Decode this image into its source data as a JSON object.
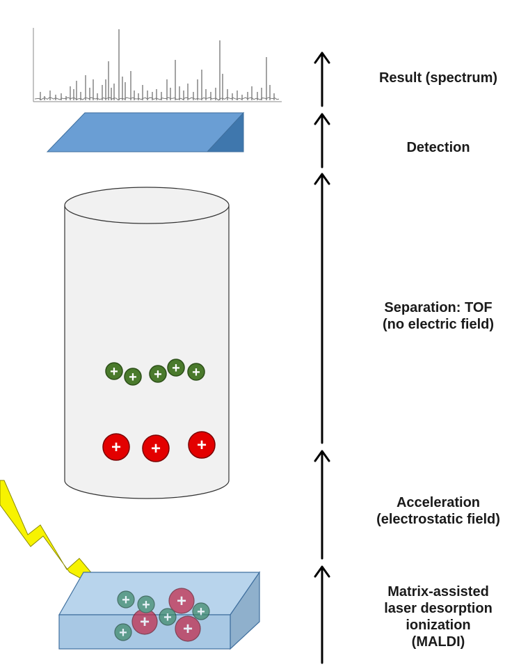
{
  "stages": {
    "spectrum": {
      "label": "Result (spectrum)"
    },
    "detection": {
      "label": "Detection"
    },
    "separation": {
      "line1": "Separation: TOF",
      "line2": "(no electric field)"
    },
    "acceleration": {
      "line1": "Acceleration",
      "line2": "(electrostatic field)"
    },
    "maldi": {
      "line1": "Matrix-assisted",
      "line2": "laser desorption",
      "line3": "ionization",
      "line4": "(MALDI)"
    }
  },
  "ion_symbol": "+",
  "colors": {
    "detector_top": "#6a9ed4",
    "detector_side": "#3f77ad",
    "tube_fill": "#f1f1f1",
    "heavy_ion": "#e30000",
    "light_ion": "#4a7a2c",
    "laser": "#f7f300",
    "plate": "#b8d4ec",
    "arrow": "#000000"
  }
}
